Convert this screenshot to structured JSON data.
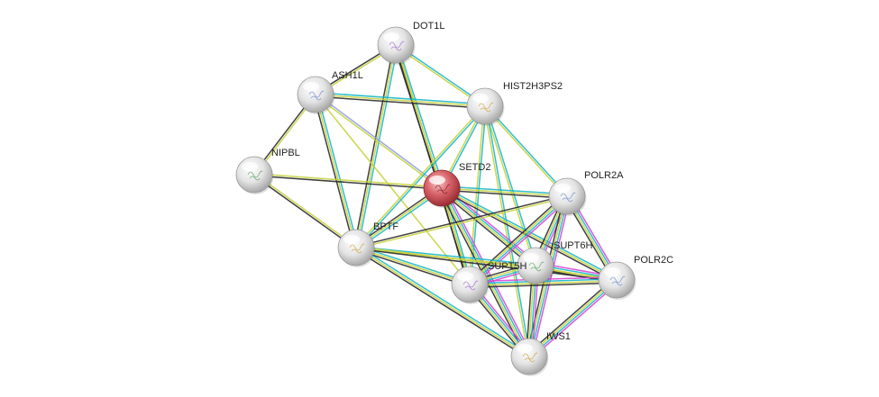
{
  "network": {
    "nodes": [
      {
        "id": "DOT1L",
        "label": "DOT1L",
        "query": false
      },
      {
        "id": "ASH1L",
        "label": "ASH1L",
        "query": false
      },
      {
        "id": "HIST2H3PS2",
        "label": "HIST2H3PS2",
        "query": false
      },
      {
        "id": "NIPBL",
        "label": "NIPBL",
        "query": false
      },
      {
        "id": "SETD2",
        "label": "SETD2",
        "query": true
      },
      {
        "id": "POLR2A",
        "label": "POLR2A",
        "query": false
      },
      {
        "id": "BPTF",
        "label": "BPTF",
        "query": false
      },
      {
        "id": "SUPT6H",
        "label": "SUPT6H",
        "query": false
      },
      {
        "id": "SUPT5H",
        "label": "SUPT5H",
        "query": false
      },
      {
        "id": "POLR2C",
        "label": "POLR2C",
        "query": false
      },
      {
        "id": "IWS1",
        "label": "IWS1",
        "query": false
      }
    ],
    "edges": [
      {
        "a": "DOT1L",
        "b": "ASH1L",
        "types": [
          "text",
          "coexp"
        ]
      },
      {
        "a": "DOT1L",
        "b": "HIST2H3PS2",
        "types": [
          "db",
          "text"
        ]
      },
      {
        "a": "DOT1L",
        "b": "SETD2",
        "types": [
          "db",
          "text",
          "coexp"
        ]
      },
      {
        "a": "DOT1L",
        "b": "BPTF",
        "types": [
          "db",
          "text",
          "coexp"
        ]
      },
      {
        "a": "DOT1L",
        "b": "SUPT5H",
        "types": [
          "text",
          "coexp"
        ]
      },
      {
        "a": "ASH1L",
        "b": "HIST2H3PS2",
        "types": [
          "db",
          "text",
          "coexp"
        ]
      },
      {
        "a": "ASH1L",
        "b": "NIPBL",
        "types": [
          "text",
          "coexp"
        ]
      },
      {
        "a": "ASH1L",
        "b": "SETD2",
        "types": [
          "homology",
          "text"
        ]
      },
      {
        "a": "ASH1L",
        "b": "BPTF",
        "types": [
          "db",
          "text",
          "coexp"
        ]
      },
      {
        "a": "ASH1L",
        "b": "SUPT5H",
        "types": [
          "text"
        ]
      },
      {
        "a": "HIST2H3PS2",
        "b": "SETD2",
        "types": [
          "db",
          "text"
        ]
      },
      {
        "a": "HIST2H3PS2",
        "b": "BPTF",
        "types": [
          "db",
          "text"
        ]
      },
      {
        "a": "HIST2H3PS2",
        "b": "POLR2A",
        "types": [
          "db",
          "text"
        ]
      },
      {
        "a": "HIST2H3PS2",
        "b": "SUPT6H",
        "types": [
          "db",
          "text"
        ]
      },
      {
        "a": "HIST2H3PS2",
        "b": "SUPT5H",
        "types": [
          "db",
          "text"
        ]
      },
      {
        "a": "HIST2H3PS2",
        "b": "IWS1",
        "types": [
          "db",
          "text"
        ]
      },
      {
        "a": "NIPBL",
        "b": "SETD2",
        "types": [
          "text",
          "coexp"
        ]
      },
      {
        "a": "NIPBL",
        "b": "BPTF",
        "types": [
          "text",
          "coexp"
        ]
      },
      {
        "a": "SETD2",
        "b": "POLR2A",
        "types": [
          "db",
          "text",
          "coexp"
        ]
      },
      {
        "a": "SETD2",
        "b": "BPTF",
        "types": [
          "db",
          "text",
          "coexp"
        ]
      },
      {
        "a": "SETD2",
        "b": "SUPT6H",
        "types": [
          "experiment",
          "db",
          "text",
          "coexp"
        ]
      },
      {
        "a": "SETD2",
        "b": "SUPT5H",
        "types": [
          "db",
          "text",
          "coexp"
        ]
      },
      {
        "a": "SETD2",
        "b": "POLR2C",
        "types": [
          "db",
          "text",
          "coexp"
        ]
      },
      {
        "a": "SETD2",
        "b": "IWS1",
        "types": [
          "experiment",
          "db",
          "text",
          "coexp"
        ]
      },
      {
        "a": "POLR2A",
        "b": "BPTF",
        "types": [
          "text",
          "coexp"
        ]
      },
      {
        "a": "POLR2A",
        "b": "SUPT6H",
        "types": [
          "experiment",
          "db",
          "text",
          "coexp"
        ]
      },
      {
        "a": "POLR2A",
        "b": "SUPT5H",
        "types": [
          "experiment",
          "db",
          "text",
          "coexp"
        ]
      },
      {
        "a": "POLR2A",
        "b": "POLR2C",
        "types": [
          "experiment",
          "db",
          "text",
          "coexp"
        ]
      },
      {
        "a": "POLR2A",
        "b": "IWS1",
        "types": [
          "experiment",
          "db",
          "text",
          "coexp"
        ]
      },
      {
        "a": "BPTF",
        "b": "SUPT6H",
        "types": [
          "db",
          "text"
        ]
      },
      {
        "a": "BPTF",
        "b": "SUPT5H",
        "types": [
          "db",
          "text",
          "coexp"
        ]
      },
      {
        "a": "BPTF",
        "b": "POLR2C",
        "types": [
          "text",
          "coexp"
        ]
      },
      {
        "a": "BPTF",
        "b": "IWS1",
        "types": [
          "db",
          "text",
          "coexp"
        ]
      },
      {
        "a": "SUPT6H",
        "b": "SUPT5H",
        "types": [
          "experiment",
          "db",
          "text",
          "coexp"
        ]
      },
      {
        "a": "SUPT6H",
        "b": "POLR2C",
        "types": [
          "experiment",
          "db",
          "text",
          "coexp"
        ]
      },
      {
        "a": "SUPT6H",
        "b": "IWS1",
        "types": [
          "experiment",
          "db",
          "text",
          "coexp"
        ]
      },
      {
        "a": "SUPT5H",
        "b": "POLR2C",
        "types": [
          "experiment",
          "db",
          "text",
          "coexp"
        ]
      },
      {
        "a": "SUPT5H",
        "b": "IWS1",
        "types": [
          "experiment",
          "db",
          "text",
          "coexp"
        ]
      },
      {
        "a": "POLR2C",
        "b": "IWS1",
        "types": [
          "experiment",
          "db",
          "text",
          "coexp"
        ]
      }
    ]
  },
  "colors": {
    "experiment": "#d946d9",
    "db": "#1ab7c9",
    "text": "#c7d23a",
    "coexp": "#2a2a2a",
    "homology": "#8f9fe8",
    "node_default": "#e6e6e6",
    "node_query": "#d9646b"
  }
}
